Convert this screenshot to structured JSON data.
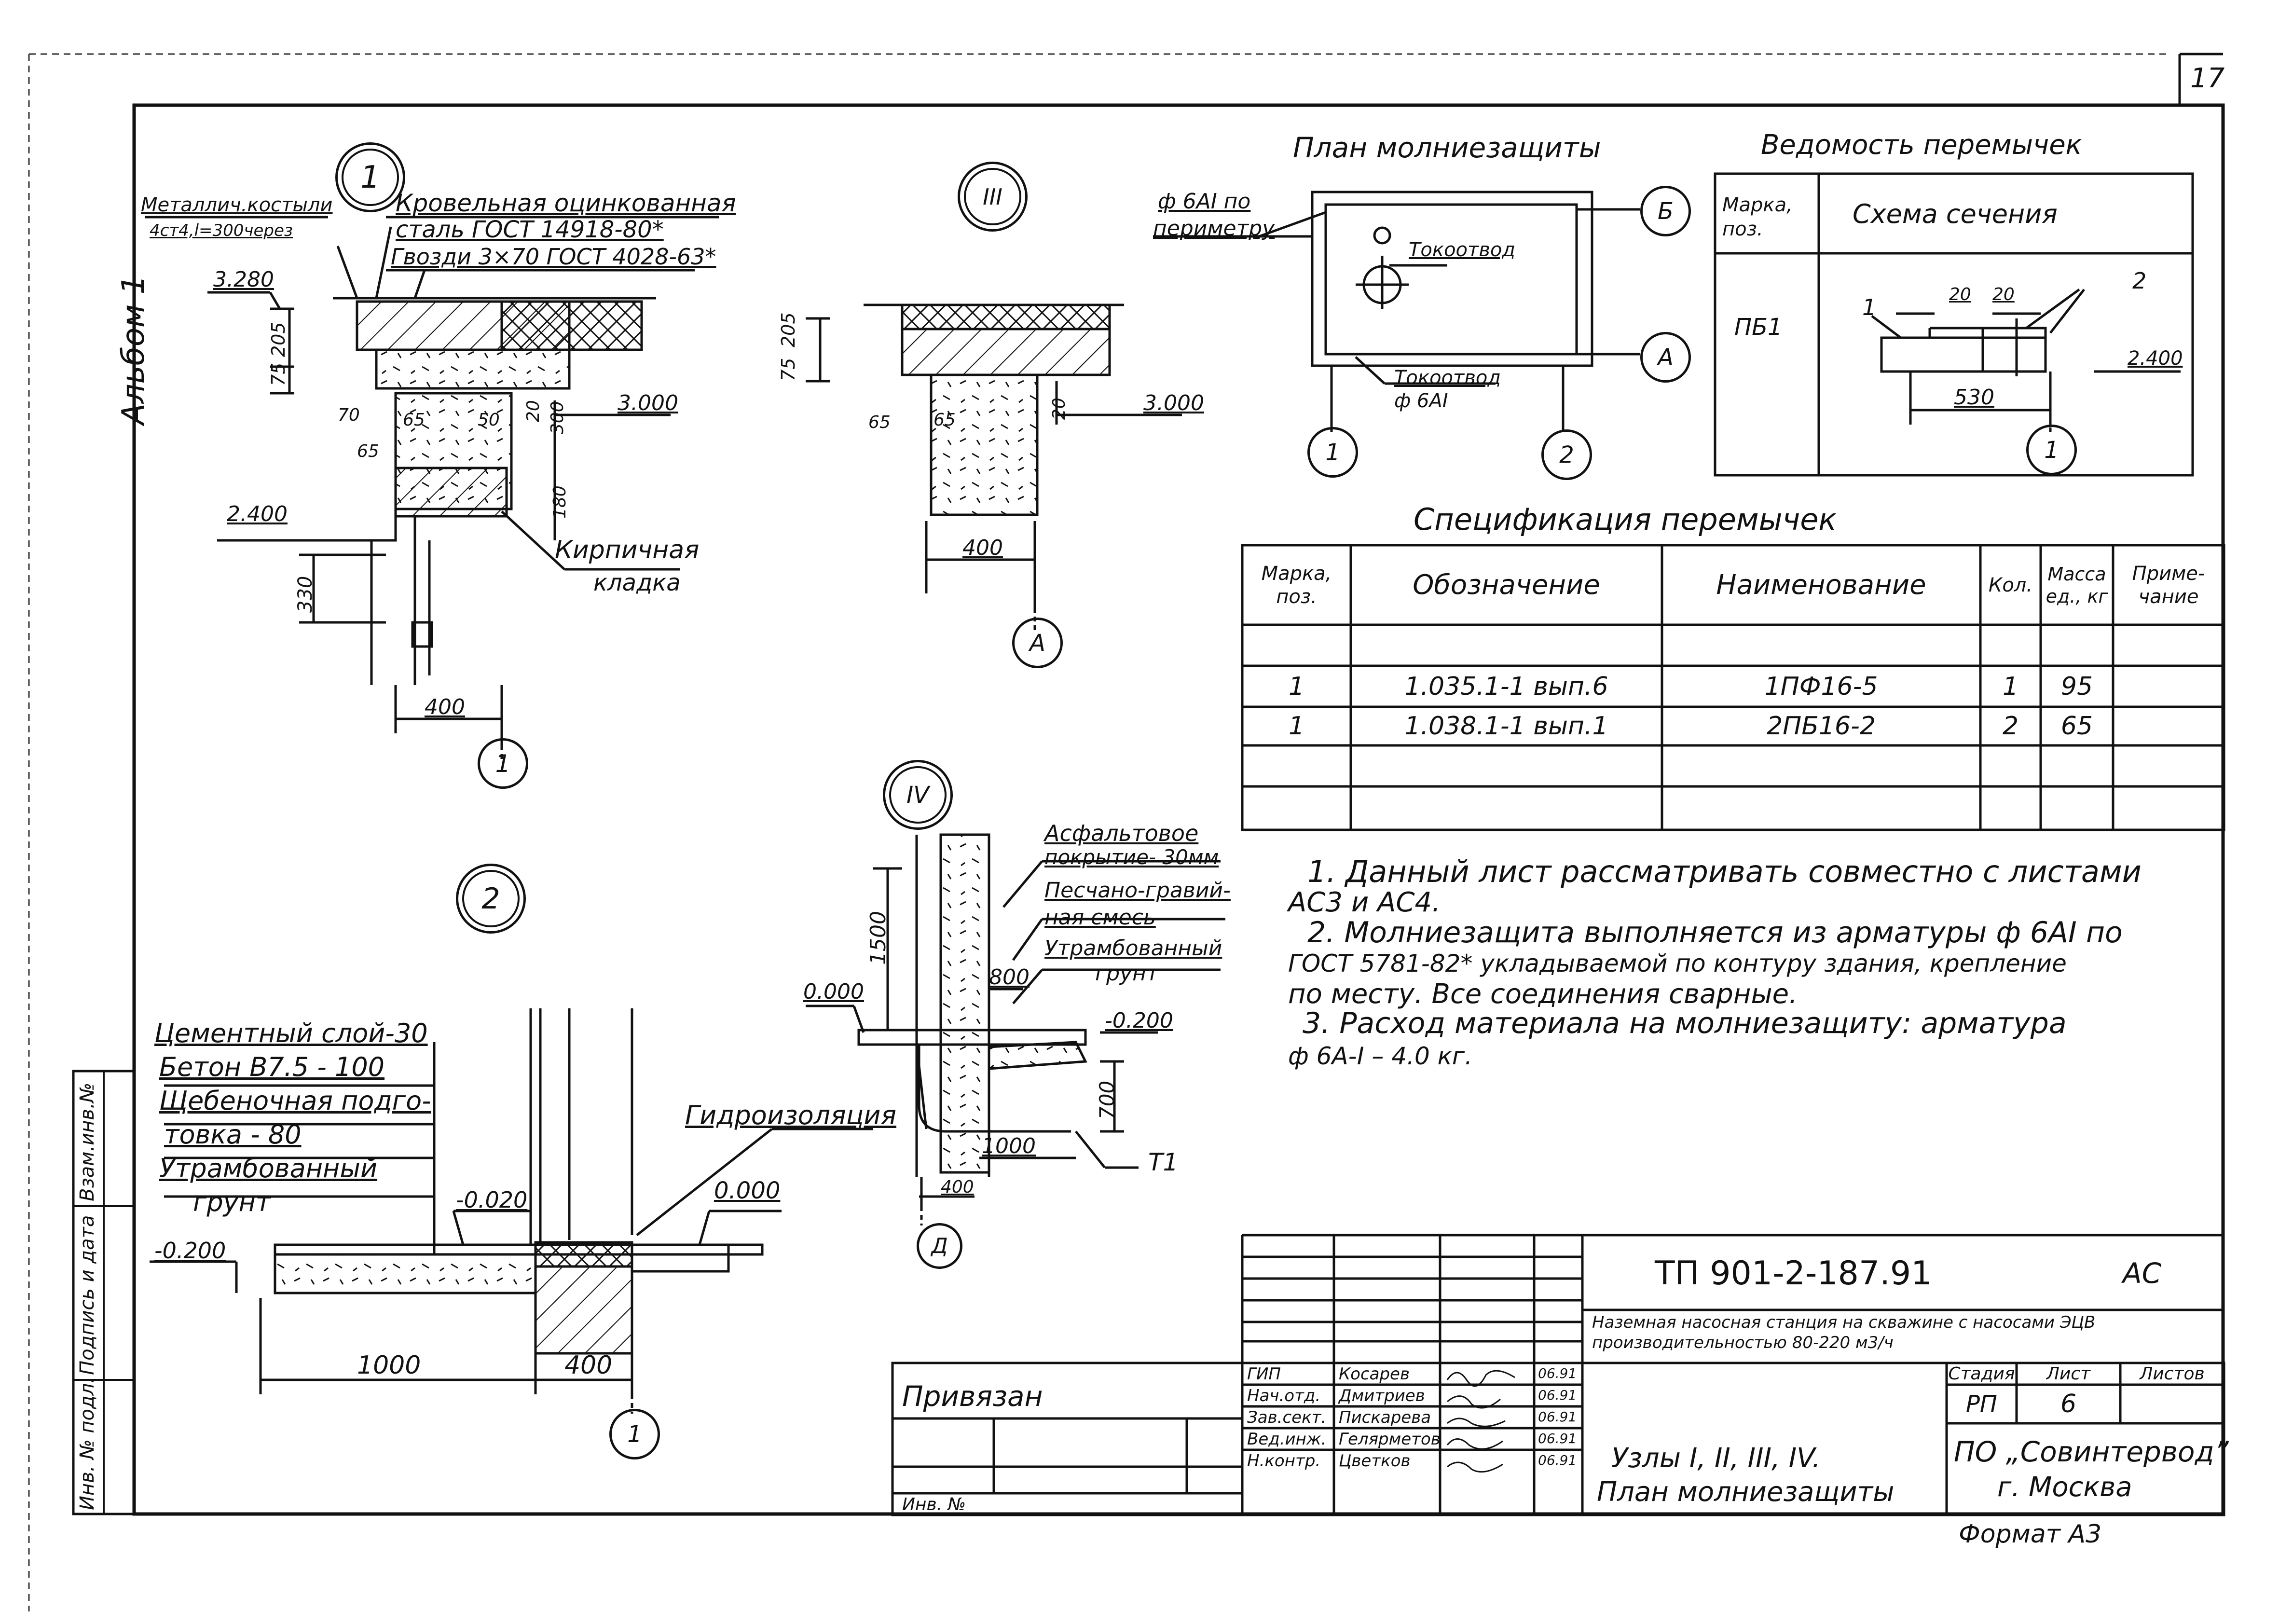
{
  "sheet_number": "17",
  "album_label": "Альбом 1",
  "margin_stamp": {
    "inv_orig": "Инв. № подл.",
    "sign_date": "Подпись и дата",
    "replace_inv": "Взам.инв.№"
  },
  "node1": {
    "marker": "1",
    "label_metal": "Металлич.костыли",
    "label_metal2": "4ст4,l=300через",
    "label_roof1": "Кровельная оцинкованная",
    "label_roof2": "сталь ГОСТ 14918-80*",
    "label_roof3": "Гвозди 3×70 ГОСТ 4028-63*",
    "elev_top": "3.280",
    "elev_mid": "3.000",
    "elev_low": "2.400",
    "dim_75": "75",
    "dim_205": "205",
    "dim_70": "70",
    "dim_65a": "65",
    "dim_65b": "65",
    "dim_50": "50",
    "dim_20": "20",
    "dim_300": "300",
    "dim_180": "180",
    "dim_330": "330",
    "dim_400": "400",
    "label_brick1": "Кирпичная",
    "label_brick2": "кладка",
    "axis": "1"
  },
  "node3": {
    "marker": "III",
    "dim_75": "75",
    "dim_205": "205",
    "dim_65a": "65",
    "dim_65b": "65",
    "dim_20": "20",
    "elev": "3.000",
    "dim_400": "400",
    "axis": "А"
  },
  "lightning_plan": {
    "title": "План молниезащиты",
    "note1": "ф 6АI по",
    "note2": "периметру",
    "downlead": "Токоотвод",
    "downlead2": "Токоотвод",
    "downlead_size": "ф 6АI",
    "axis_b": "Б",
    "axis_a": "А",
    "axis_1": "1",
    "axis_2": "2"
  },
  "lintel_list": {
    "title": "Ведомость перемычек",
    "col1": "Марка, поз.",
    "col2": "Схема сечения",
    "mark": "ПБ1",
    "dim_20a": "20",
    "dim_20b": "20",
    "dim_530": "530",
    "elev": "2.400",
    "callout1": "1",
    "callout2": "2",
    "axis": "1"
  },
  "spec": {
    "title": "Спецификация перемычек",
    "headers": [
      "Марка, поз.",
      "Обозначение",
      "Наименование",
      "Кол.",
      "Масса ед., кг",
      "Приме- чание"
    ],
    "rows": [
      [
        "",
        "",
        "",
        "",
        "",
        ""
      ],
      [
        "1",
        "1.035.1-1 вып.6",
        "1ПФ16-5",
        "1",
        "95",
        ""
      ],
      [
        "1",
        "1.038.1-1 вып.1",
        "2ПБ16-2",
        "2",
        "65",
        ""
      ],
      [
        "",
        "",
        "",
        "",
        "",
        ""
      ],
      [
        "",
        "",
        "",
        "",
        "",
        ""
      ]
    ]
  },
  "notes": [
    "1. Данный лист рассматривать совместно с листами",
    "АС3 и АС4.",
    "2. Молниезащита выполняется из арматуры ф 6АI по",
    "ГОСТ 5781-82* укладываемой по контуру здания, крепление",
    "по месту. Все соединения сварные.",
    "3. Расход материала на молниезащиту: арматура",
    "ф 6А-I – 4.0 кг."
  ],
  "node2": {
    "marker": "2",
    "layers": [
      "Цементный слой-30",
      "Бетон В7.5 - 100",
      "Щебеночная подго-",
      "товка  -  80",
      "Утрамбованный",
      "грунт"
    ],
    "label_waterproof": "Гидроизоляция",
    "elev_m020a": "-0.020",
    "elev_000": "0.000",
    "elev_m200": "-0.200",
    "dim_1000": "1000",
    "dim_400": "400",
    "axis": "1"
  },
  "node4": {
    "marker": "IV",
    "layers": [
      "Асфальтовое",
      "покрытие- 30мм",
      "Песчано-гравий-",
      "ная смесь",
      "Утрамбованный",
      "грунт"
    ],
    "dim_1500": "1500",
    "dim_800": "800",
    "dim_700": "700",
    "dim_1000": "1000",
    "dim_400": "400",
    "elev_000": "0.000",
    "elev_m200": "-0.200",
    "label_t1": "Т1",
    "axis": "Д"
  },
  "title_block": {
    "code": "ТП 901-2-187.91",
    "section": "АС",
    "project": "Наземная насосная станция на скважине с насосами ЭЦВ производительностью 80-220 м3/ч",
    "privyazan": "Привязан",
    "inv_no": "Инв. №",
    "roles": [
      "ГИП",
      "Нач.отд.",
      "Зав.сект.",
      "Вед.инж.",
      "Н.контр."
    ],
    "names": [
      "Косарев",
      "Дмитриев",
      "Пискарева",
      "Гелярметов",
      "Цветков"
    ],
    "dates": [
      "06.91",
      "06.91",
      "06.91",
      "06.91",
      "06.91"
    ],
    "sheet_title1": "Узлы I, II, III, IV.",
    "sheet_title2": "План молниезащиты",
    "stage_label": "Стадия",
    "sheet_label": "Лист",
    "sheets_label": "Листов",
    "stage": "РП",
    "sheet": "6",
    "org1": "ПО „Совинтервод”",
    "org2": "г. Москва",
    "format": "Формат А3"
  }
}
